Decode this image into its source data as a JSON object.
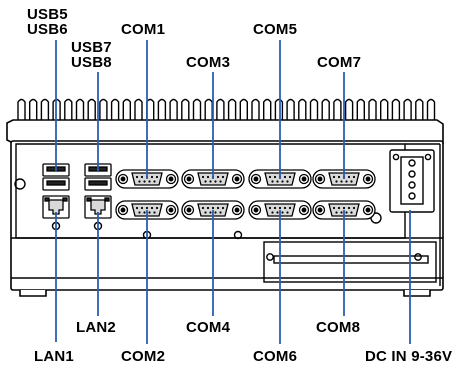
{
  "colors": {
    "callout_line": "#2b5fb0",
    "outline": "#000000",
    "fill": "#ffffff",
    "port_fill": "#d9d9d9"
  },
  "labels": {
    "usb5": "USB5",
    "usb6": "USB6",
    "usb7": "USB7",
    "usb8": "USB8",
    "com1": "COM1",
    "com2": "COM2",
    "com3": "COM3",
    "com4": "COM4",
    "com5": "COM5",
    "com6": "COM6",
    "com7": "COM7",
    "com8": "COM8",
    "lan1": "LAN1",
    "lan2": "LAN2",
    "dc_in": "DC IN 9-36V"
  }
}
